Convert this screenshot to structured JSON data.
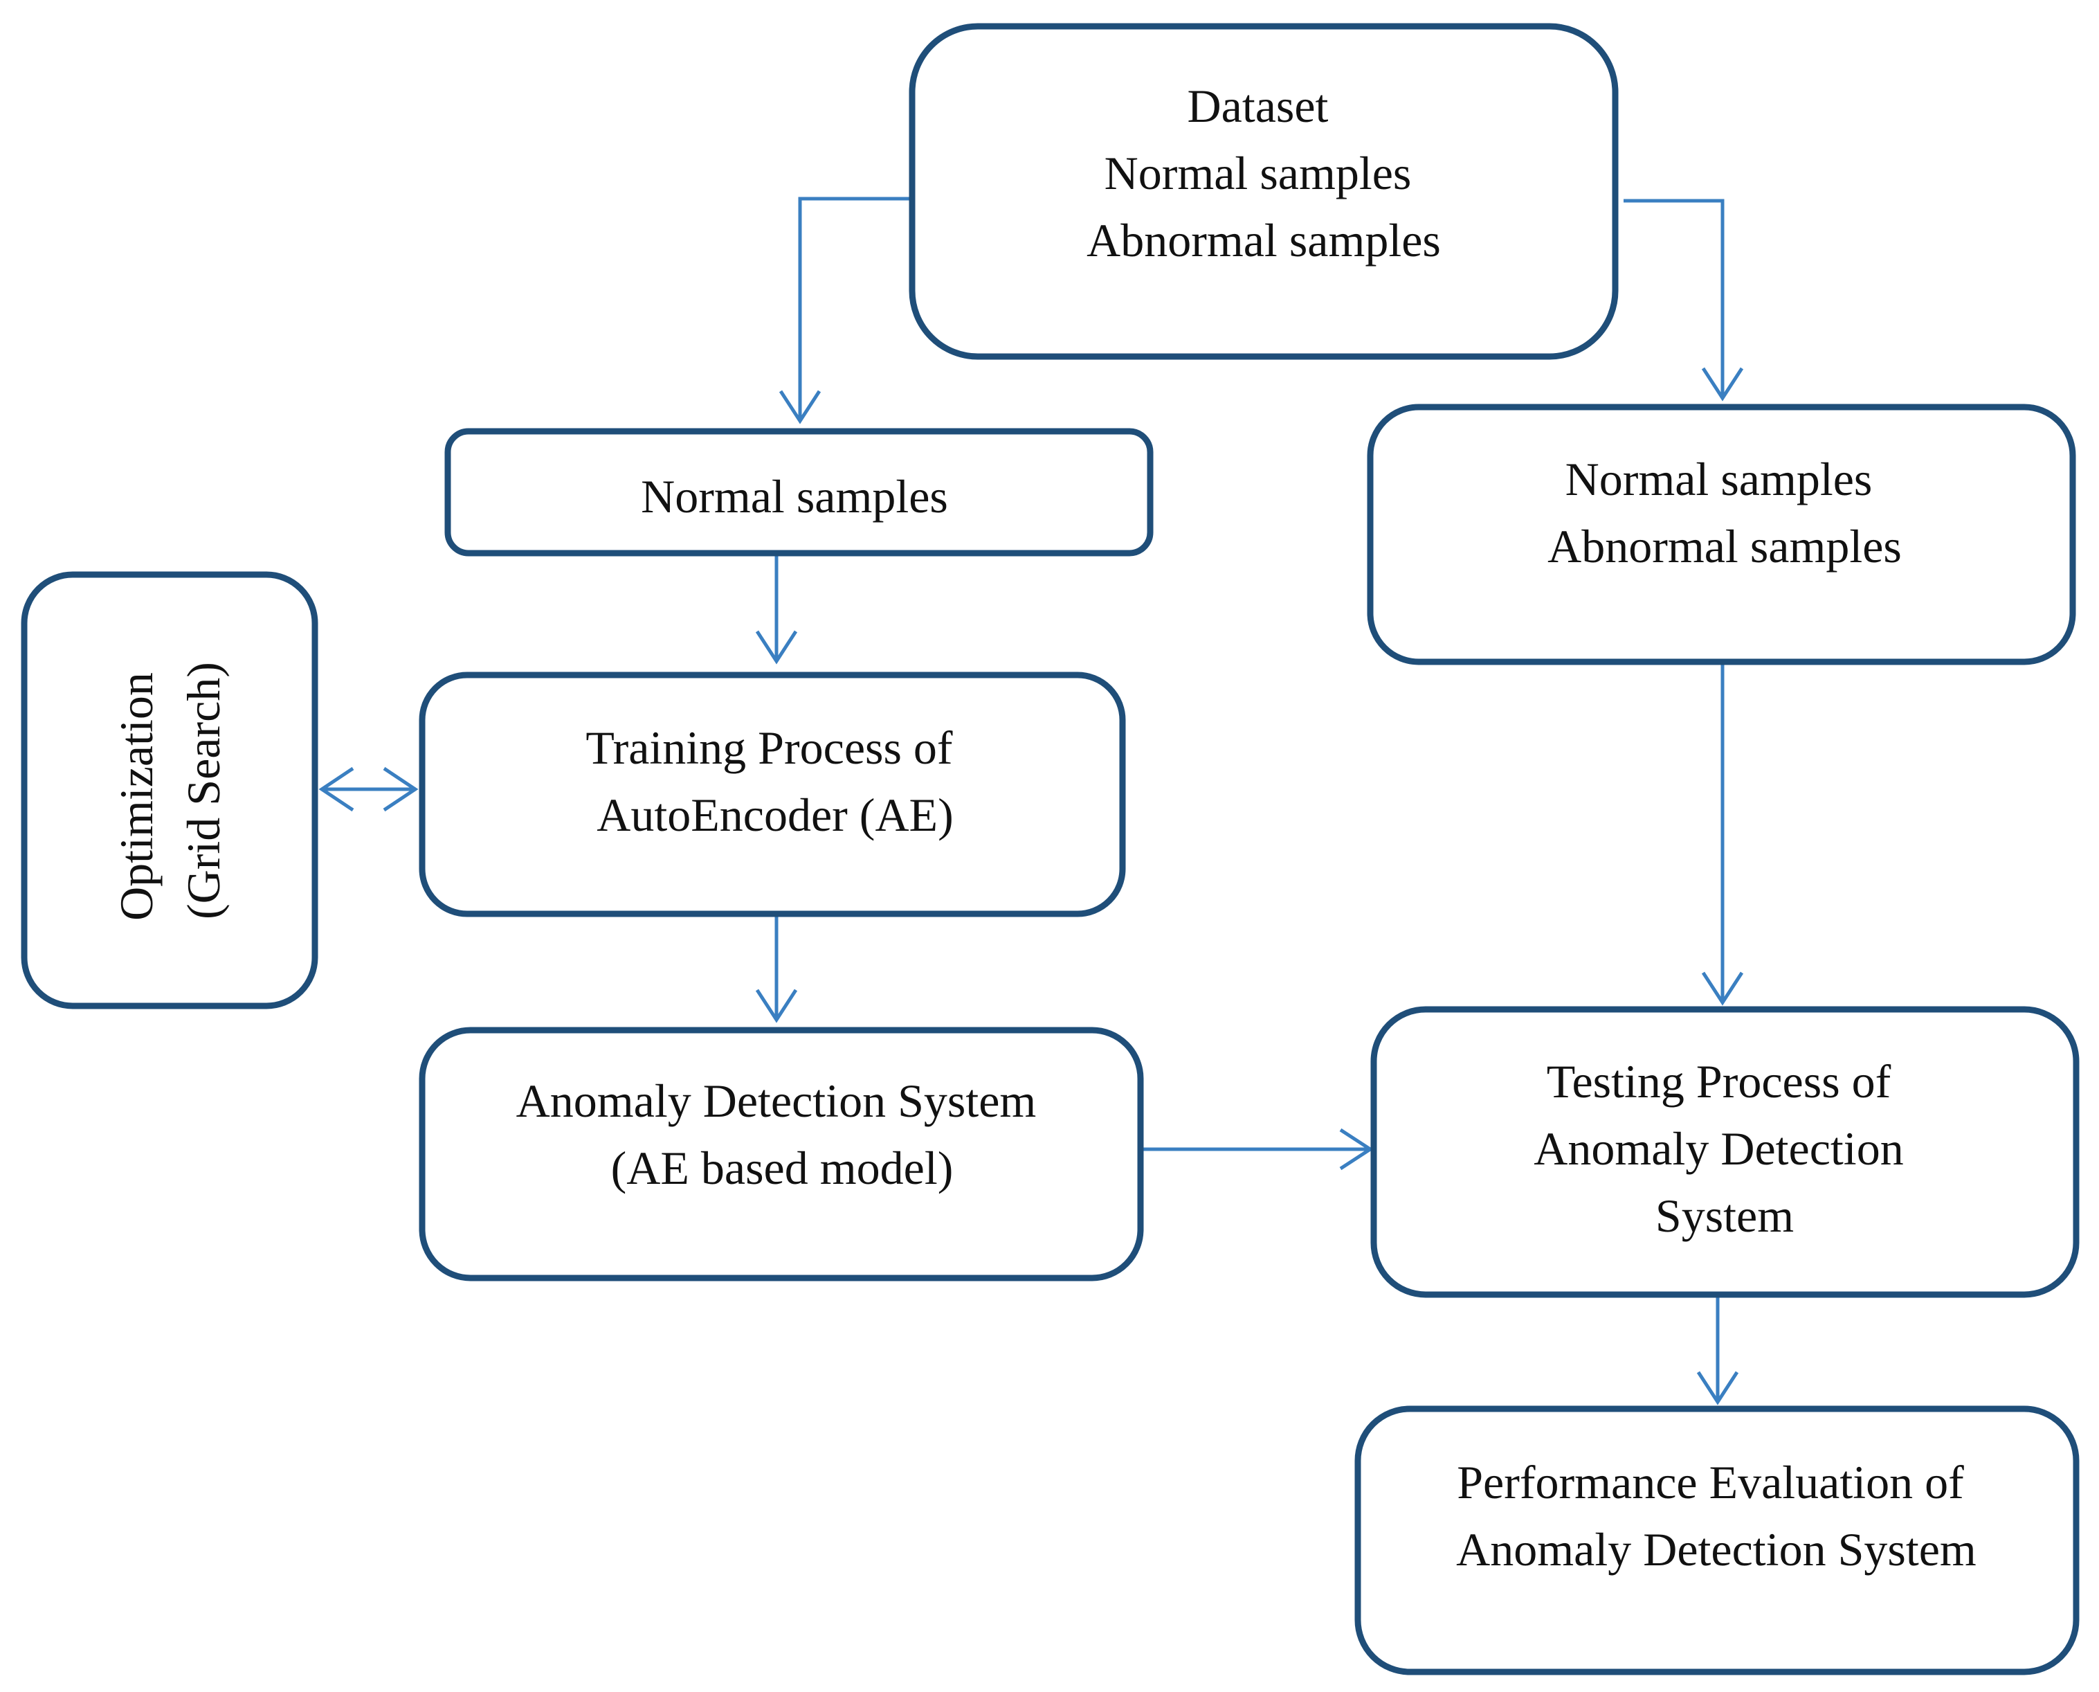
{
  "nodes": {
    "dataset": {
      "lines": [
        "Dataset",
        "Normal samples",
        "Abnormal samples"
      ]
    },
    "train_samples": {
      "lines": [
        "Normal samples"
      ]
    },
    "test_samples": {
      "lines": [
        "Normal samples",
        "Abnormal samples"
      ]
    },
    "optimization": {
      "lines": [
        "Optimization",
        "(Grid Search)"
      ]
    },
    "training": {
      "lines": [
        "Training Process of",
        "AutoEncoder (AE)"
      ]
    },
    "ads": {
      "lines": [
        "Anomaly Detection System",
        "(AE based model)"
      ]
    },
    "testing": {
      "lines": [
        "Testing Process of",
        "Anomaly Detection",
        "System"
      ]
    },
    "evaluation": {
      "lines": [
        "Performance Evaluation of",
        "Anomaly Detection System"
      ]
    }
  },
  "edges": [
    {
      "from": "dataset",
      "to": "train_samples"
    },
    {
      "from": "dataset",
      "to": "test_samples"
    },
    {
      "from": "train_samples",
      "to": "training"
    },
    {
      "from": "optimization",
      "to": "training",
      "bidirectional": true
    },
    {
      "from": "training",
      "to": "ads"
    },
    {
      "from": "test_samples",
      "to": "testing"
    },
    {
      "from": "ads",
      "to": "testing"
    },
    {
      "from": "testing",
      "to": "evaluation"
    }
  ],
  "colors": {
    "box_border": "#1f4e79",
    "connector": "#3a7fc1",
    "text": "#111111",
    "background": "#ffffff"
  }
}
